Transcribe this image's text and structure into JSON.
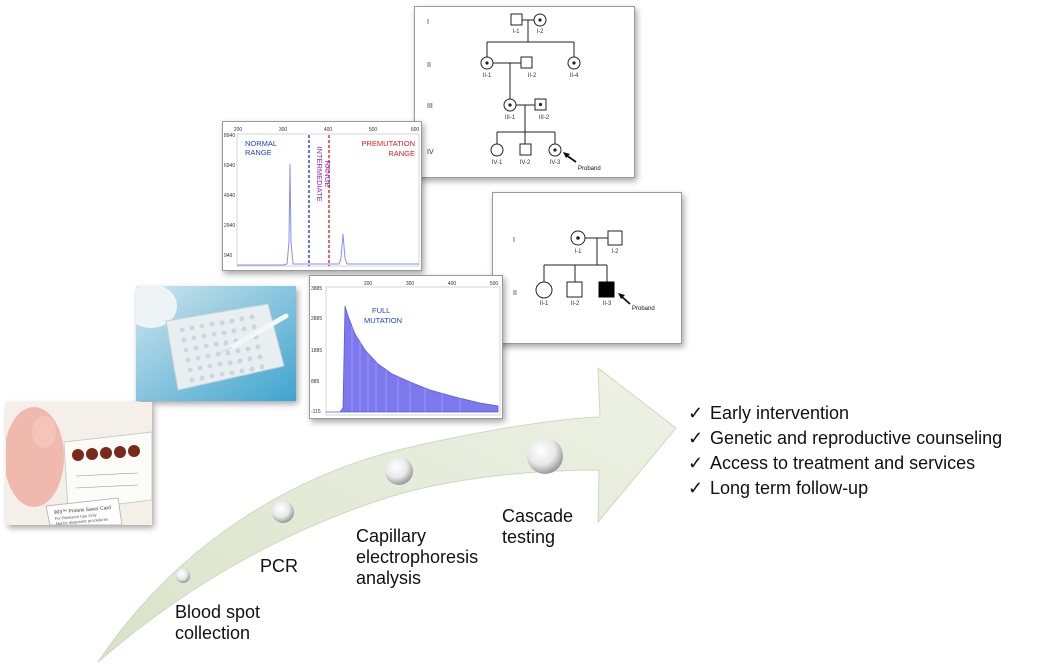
{
  "pedigree1": {
    "generations": [
      "I",
      "II",
      "III",
      "IV"
    ],
    "individuals": [
      "I-1",
      "I-2",
      "II-1",
      "II-2",
      "II-4",
      "III-1",
      "III-2",
      "IV-1",
      "IV-2",
      "IV-3"
    ],
    "proband_label": "Proband"
  },
  "pedigree2": {
    "generations": [
      "I",
      "II"
    ],
    "individuals": [
      "I-1",
      "I-2",
      "II-1",
      "II-2",
      "II-3"
    ],
    "proband_label": "Proband"
  },
  "ce_premutation": {
    "x_ticks": [
      "200",
      "300",
      "400",
      "500",
      "600"
    ],
    "y_ticks": [
      "8940",
      "6940",
      "4940",
      "2940",
      "940"
    ],
    "labels": {
      "normal": [
        "NORMAL",
        "RANGE"
      ],
      "intermediate": [
        "INTERMEDIATE",
        "RANGE"
      ],
      "premutation": [
        "PREMUTATION",
        "RANGE"
      ]
    },
    "colors": {
      "normal": "#1f3fcf",
      "intermediate": "#9b1fc9",
      "premutation": "#e0231c",
      "trace": "#8890ee"
    }
  },
  "ce_full": {
    "x_ticks": [
      "200",
      "300",
      "400",
      "500"
    ],
    "y_ticks": [
      "3885",
      "2885",
      "1885",
      "885",
      "-115"
    ],
    "label": [
      "FULL",
      "MUTATION"
    ],
    "trace_color": "#6a68e8"
  },
  "photos": {
    "card_text": [
      "903™ Protein Saver Card",
      "For Research Use Only",
      "Not for diagnostic procedures"
    ]
  },
  "steps": [
    {
      "lines": [
        "Blood spot",
        "collection"
      ]
    },
    {
      "lines": [
        "PCR"
      ]
    },
    {
      "lines": [
        "Capillary",
        "electrophoresis",
        "analysis"
      ]
    },
    {
      "lines": [
        "Cascade",
        "testing"
      ]
    }
  ],
  "outcomes": [
    "Early intervention",
    "Genetic and reproductive counseling",
    "Access to treatment and services",
    "Long term follow-up"
  ],
  "colors": {
    "arrow": "#e3ead5"
  }
}
